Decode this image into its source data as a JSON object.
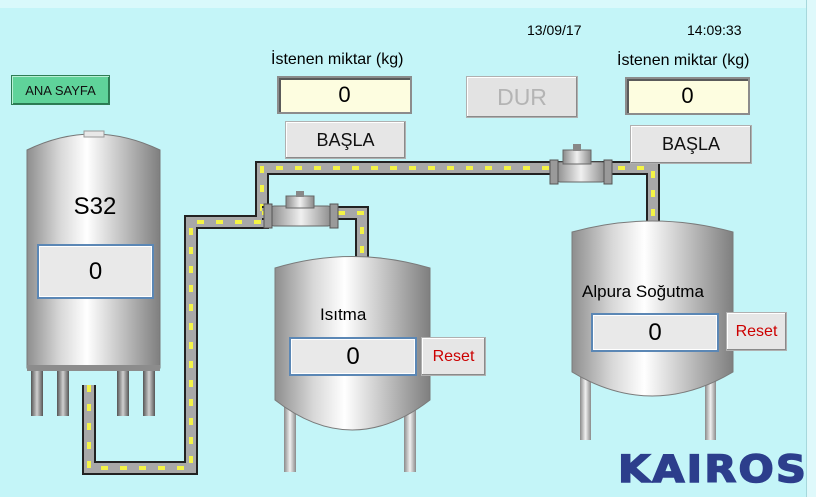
{
  "header": {
    "date": "13/09/17",
    "time": "14:09:33"
  },
  "nav": {
    "home_label": "ANA SAYFA"
  },
  "dosing": {
    "left": {
      "label": "İstenen miktar (kg)",
      "value": "0",
      "start_label": "BAŞLA"
    },
    "right": {
      "label": "İstenen miktar (kg)",
      "value": "0",
      "start_label": "BAŞLA"
    },
    "stop_label": "DUR"
  },
  "tanks": {
    "storage": {
      "name": "S32",
      "value": "0"
    },
    "heating": {
      "name": "Isıtma",
      "value": "0",
      "reset_label": "Reset"
    },
    "cooling": {
      "name": "Alpura Soğutma",
      "value": "0",
      "reset_label": "Reset"
    }
  },
  "brand": {
    "logo_text": "KAIROS"
  },
  "colors": {
    "background": "#c4f5f8",
    "pipe": "#9a9a9a",
    "flow_stripe": "#f5f54a",
    "reset_text": "#cc0000",
    "home_button": "#5fd39a"
  }
}
